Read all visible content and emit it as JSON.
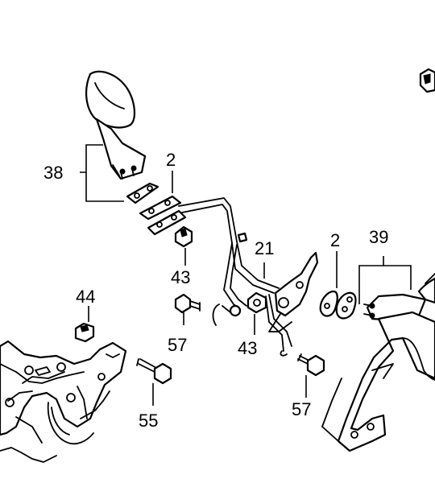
{
  "diagram": {
    "callouts": {
      "c38": "38",
      "c2_left": "2",
      "c43_upper": "43",
      "c21": "21",
      "c2_right": "2",
      "c39": "39",
      "c44": "44",
      "c57_left": "57",
      "c43_lower": "43",
      "c57_right": "57",
      "c55": "55"
    }
  }
}
